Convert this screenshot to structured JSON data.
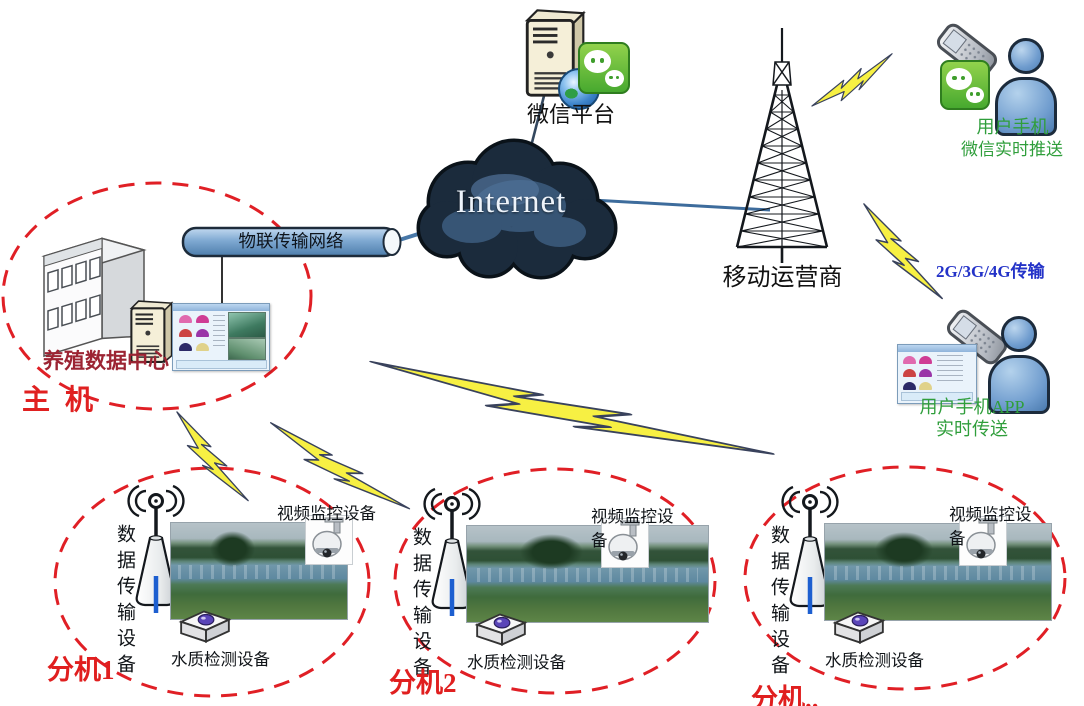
{
  "nodes": {
    "wechat_platform": {
      "label": "微信平台"
    },
    "internet": {
      "label": "Internet"
    },
    "iot_network": {
      "label": "物联传输网络"
    },
    "mobile_operator": {
      "label": "移动运营商"
    },
    "data_center": {
      "label": "养殖数据中心",
      "host_label": "主 机"
    },
    "user_wechat": {
      "line1": "用户手机",
      "line2": "微信实时推送"
    },
    "cellular": {
      "label": "2G/3G/4G传输"
    },
    "user_app": {
      "line1": "用户手机APP",
      "line2": "实时传送"
    }
  },
  "substations": [
    {
      "name": "分机1",
      "antenna_label": "数据传输设备",
      "camera_label": "视频监控设备",
      "water_label": "水质检测设备"
    },
    {
      "name": "分机2",
      "antenna_label": "数据传输设备",
      "camera_label": "视频监控设备",
      "water_label": "水质检测设备"
    },
    {
      "name": "分机..",
      "antenna_label": "数据传输设备",
      "camera_label": "视频监控设备",
      "water_label": "水质检测设备"
    }
  ],
  "colors": {
    "boundary_red": "#e01f25",
    "label_green": "#2f9e3b",
    "label_blue": "#2433c8",
    "datacenter_red": "#9c2433",
    "host_red": "#e02020",
    "bolt_yellow": "#f7f043",
    "wechat_green": "#47a92f"
  }
}
